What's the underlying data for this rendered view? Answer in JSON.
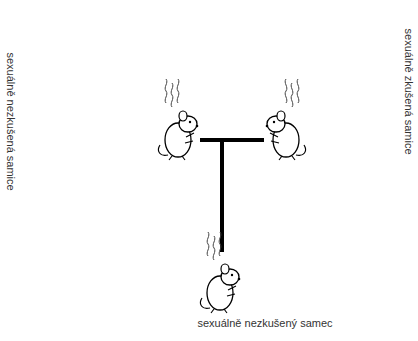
{
  "diagram": {
    "labels": [
      "sexuálně nezkušená samice",
      "sexuálně zkušená samice",
      "sexuálně nezkušený samec"
    ]
  }
}
